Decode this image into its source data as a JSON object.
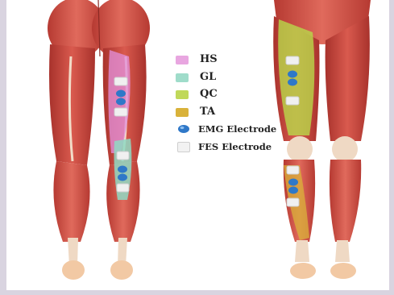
{
  "colors": {
    "HS": "#e28ed9",
    "GL": "#8fd9c3",
    "QC": "#b8d84a",
    "TA": "#d9b23a",
    "EMG": "#2f78c8",
    "FES": "#f0f0f0",
    "muscle": "#c8443c",
    "tendon": "#efd9c4",
    "skin": "#f2c9a4"
  },
  "legend": [
    {
      "key": "HS",
      "label": "HS",
      "kind": "swatch"
    },
    {
      "key": "GL",
      "label": "GL",
      "kind": "swatch"
    },
    {
      "key": "QC",
      "label": "QC",
      "kind": "swatch"
    },
    {
      "key": "TA",
      "label": "TA",
      "kind": "swatch"
    },
    {
      "key": "EMG",
      "label": "EMG Electrode",
      "kind": "emg-icon"
    },
    {
      "key": "FES",
      "label": "FES Electrode",
      "kind": "fes-icon"
    }
  ]
}
